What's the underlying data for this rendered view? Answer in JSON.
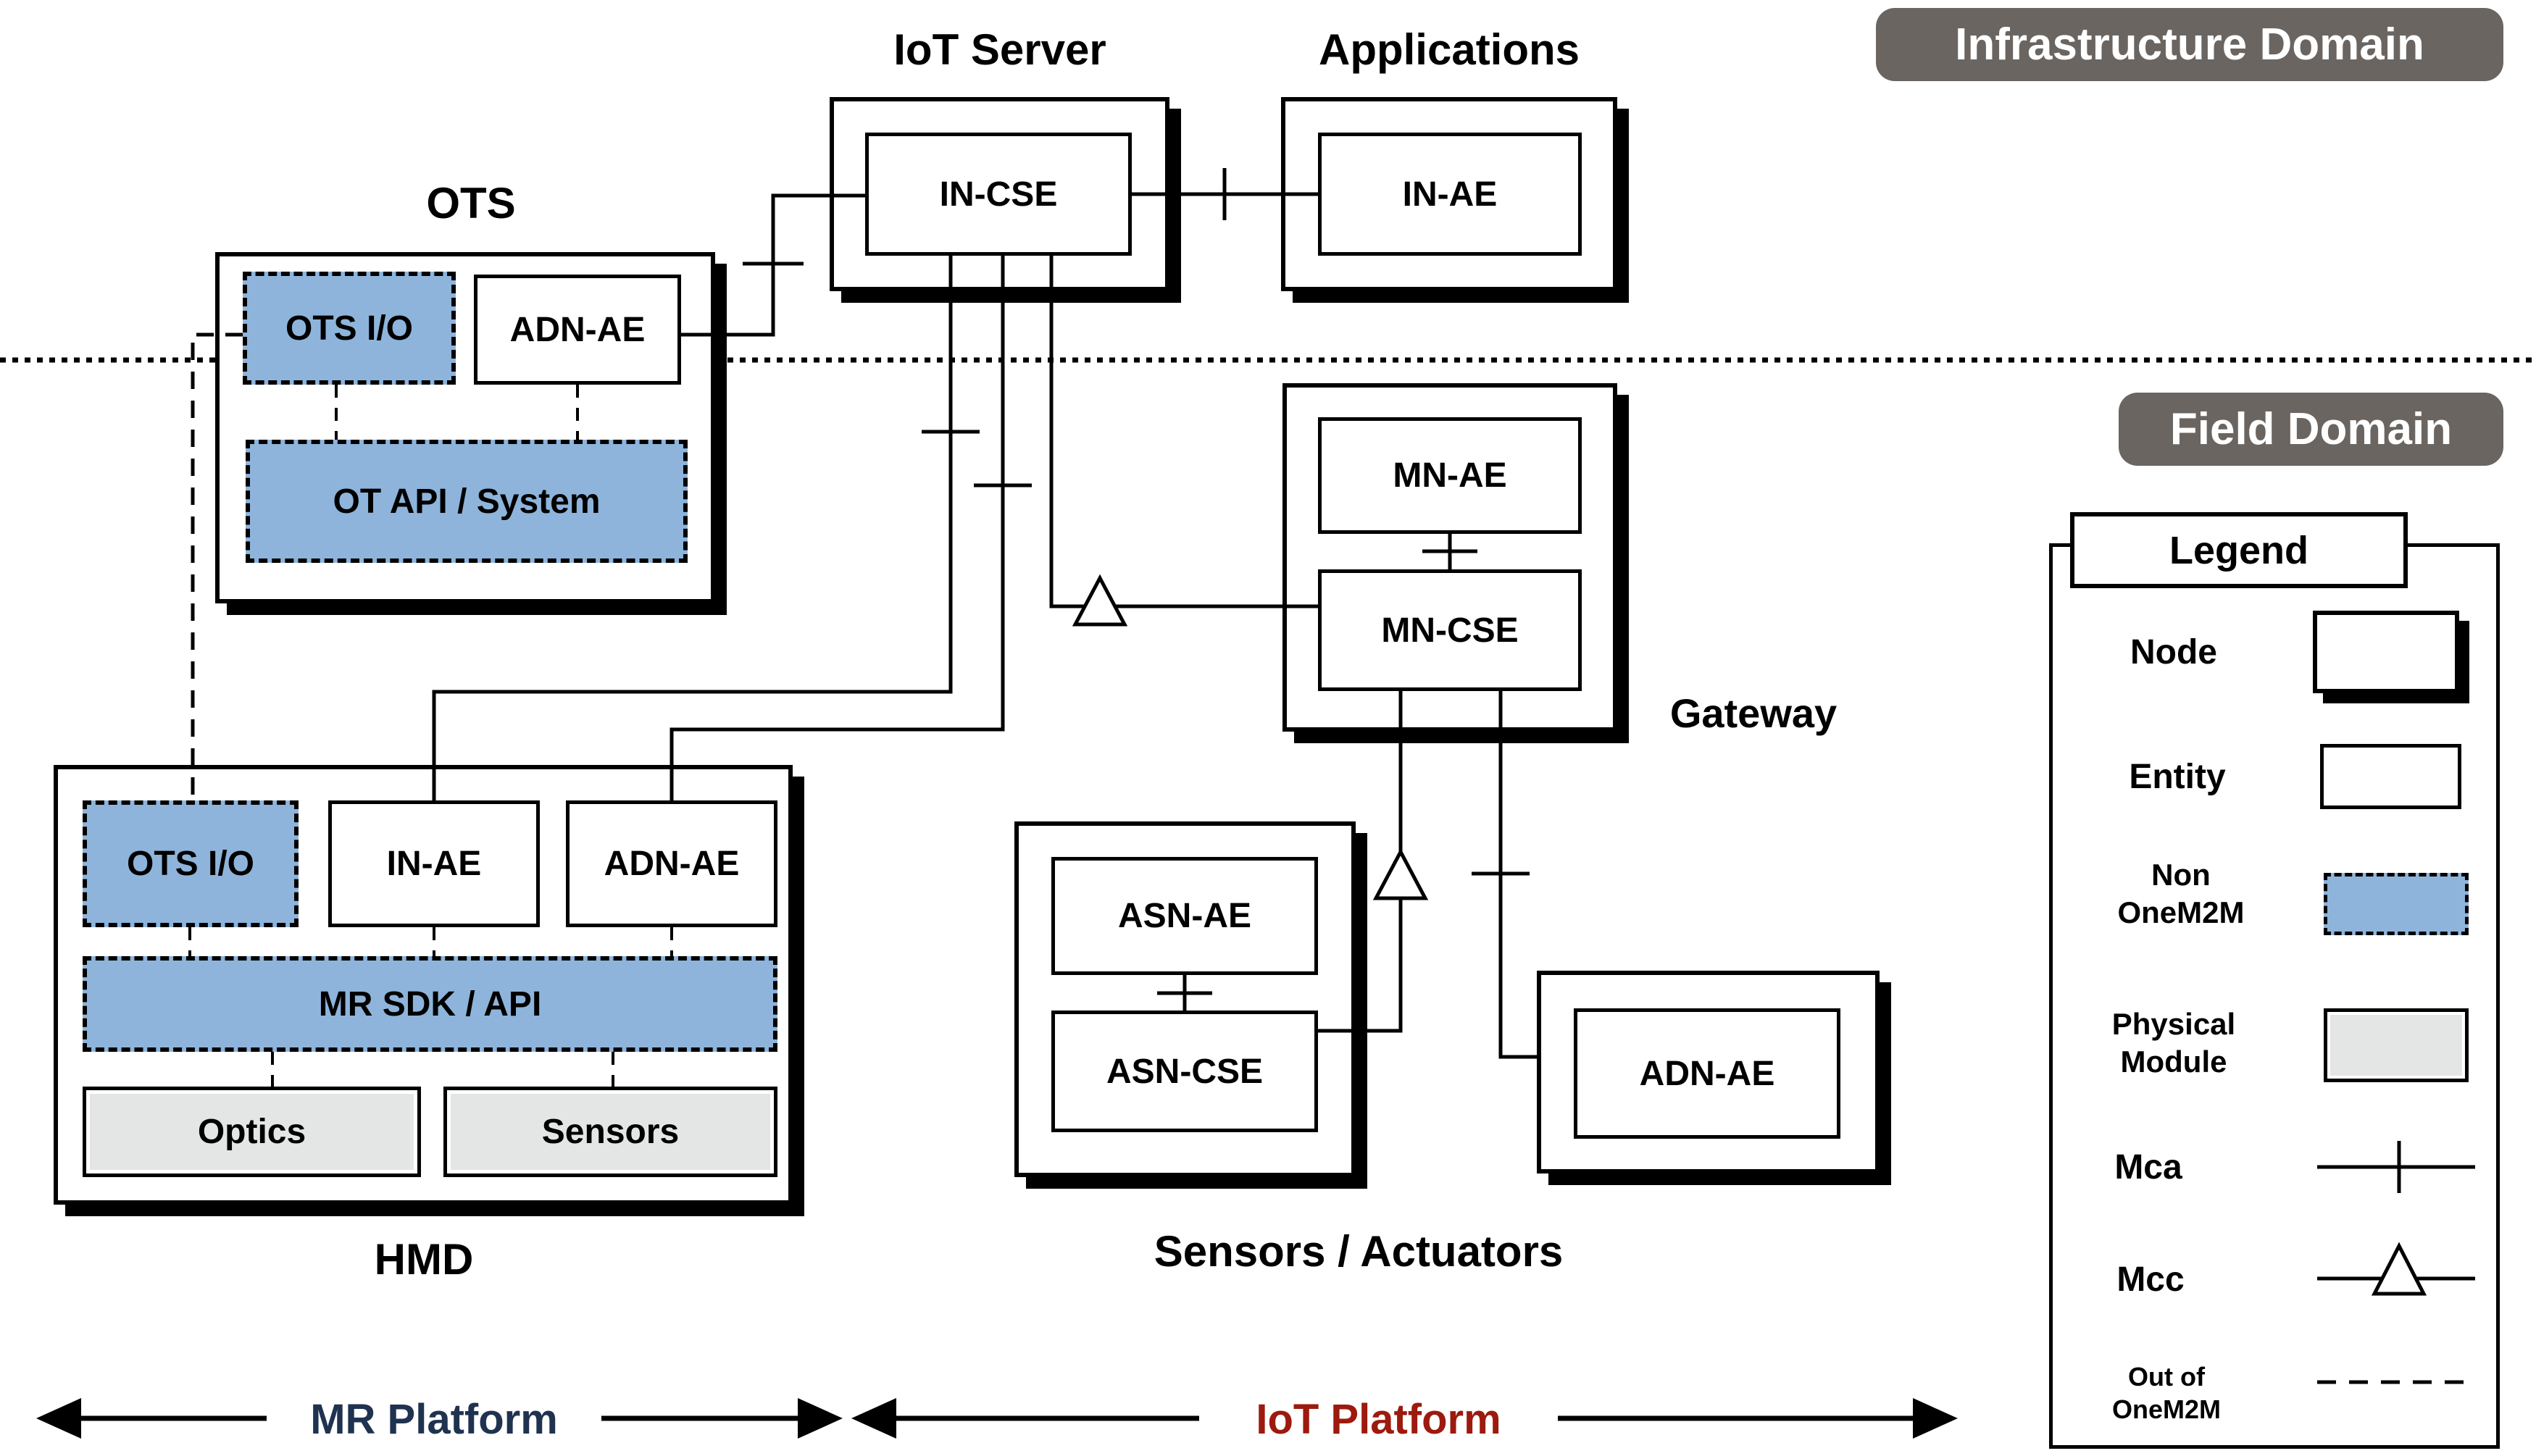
{
  "domains": {
    "infrastructure": "Infrastructure Domain",
    "field": "Field Domain"
  },
  "iot_server": {
    "title": "IoT Server",
    "cse": "IN-CSE"
  },
  "applications": {
    "title": "Applications",
    "ae": "IN-AE"
  },
  "ots": {
    "title": "OTS",
    "io": "OTS I/O",
    "ae": "ADN-AE",
    "api": "OT API / System"
  },
  "gateway": {
    "title": "Gateway",
    "ae": "MN-AE",
    "cse": "MN-CSE"
  },
  "hmd": {
    "title": "HMD",
    "io": "OTS I/O",
    "in_ae": "IN-AE",
    "adn_ae": "ADN-AE",
    "sdk": "MR SDK / API",
    "optics": "Optics",
    "sensors": "Sensors"
  },
  "sensors_actuators": {
    "title": "Sensors / Actuators",
    "ae": "ASN-AE",
    "cse": "ASN-CSE"
  },
  "adn": {
    "ae": "ADN-AE"
  },
  "legend": {
    "title": "Legend",
    "node": "Node",
    "entity": "Entity",
    "non_line1": "Non",
    "non_line2": "OneM2M",
    "physical_line1": "Physical",
    "physical_line2": "Module",
    "mca": "Mca",
    "mcc": "Mcc",
    "out_line1": "Out of",
    "out_line2": "OneM2M"
  },
  "platforms": {
    "mr": "MR Platform",
    "iot": "IoT Platform"
  },
  "colors": {
    "non_onem2m_fill": "#8EB4DB",
    "physical_fill": "#E4E6E6",
    "domain_badge_bg": "#6A6561",
    "mr_platform_text": "#1F3250",
    "iot_platform_text": "#9C1A0E"
  }
}
